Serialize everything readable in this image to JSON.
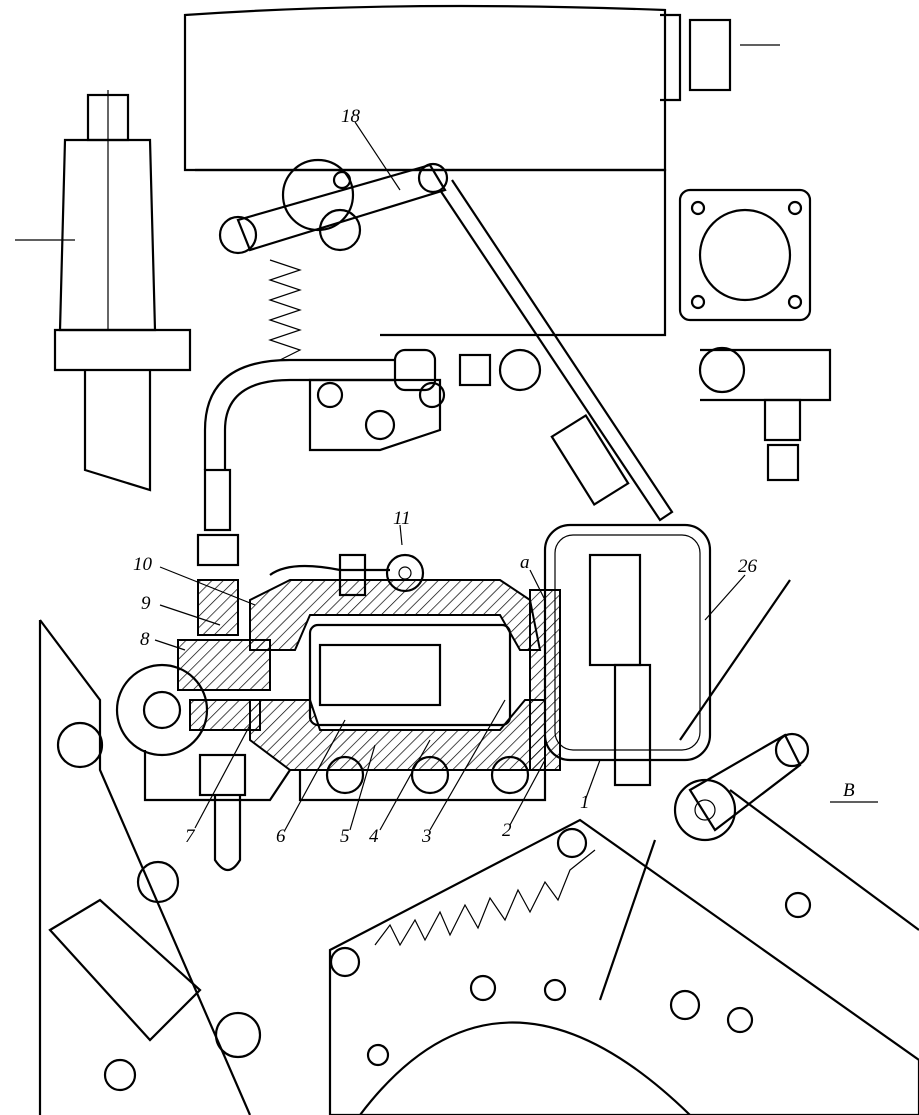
{
  "title": "Mechanical assembly cross-section drawing",
  "callouts": {
    "n18": "18",
    "n11": "11",
    "a": "a",
    "n26": "26",
    "n10": "10",
    "n9": "9",
    "n8": "8",
    "n7": "7",
    "n6": "6",
    "n5": "5",
    "n4": "4",
    "n3": "3",
    "n2": "2",
    "n1": "1",
    "view_b": "B"
  }
}
